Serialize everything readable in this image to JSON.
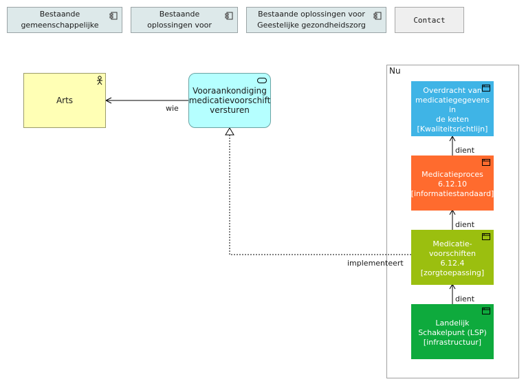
{
  "nav": {
    "btn1": "Bestaande\ngemeenschappelijke",
    "btn2": "Bestaande\noplossingen voor",
    "btn3": "Bestaande oplossingen voor\nGeestelijke gezondheidszorg",
    "contact": "Contact"
  },
  "diagram": {
    "actor": "Arts",
    "service": "Vooraankondiging\nmedicatievoorschift\nversturen",
    "group": "Nu",
    "node1": "Overdracht van\nmedicatiegegevens in\nde keten\n[Kwaliteitsrichtlijn]",
    "node2": "Medicatieproces\n6.12.10\n[informatiestandaard]",
    "node3": "Medicatie-\nvoorschiften\n6.12.4\n[zorgtoepassing]",
    "node4": "Landelijk\nSchakelpunt (LSP)\n[infrastructuur]"
  },
  "relations": {
    "wie": "wie",
    "implementeert": "implementeert",
    "dient1": "dient",
    "dient2": "dient",
    "dient3": "dient"
  },
  "colors": {
    "node1": "#3fb4e6",
    "node2": "#ff6b2e",
    "node3": "#9bbf0f",
    "node4": "#0eaa3d"
  },
  "icons": {
    "nav": "component-icon",
    "actor": "actor-icon",
    "service": "service-icon",
    "nodes": "node-icon"
  }
}
